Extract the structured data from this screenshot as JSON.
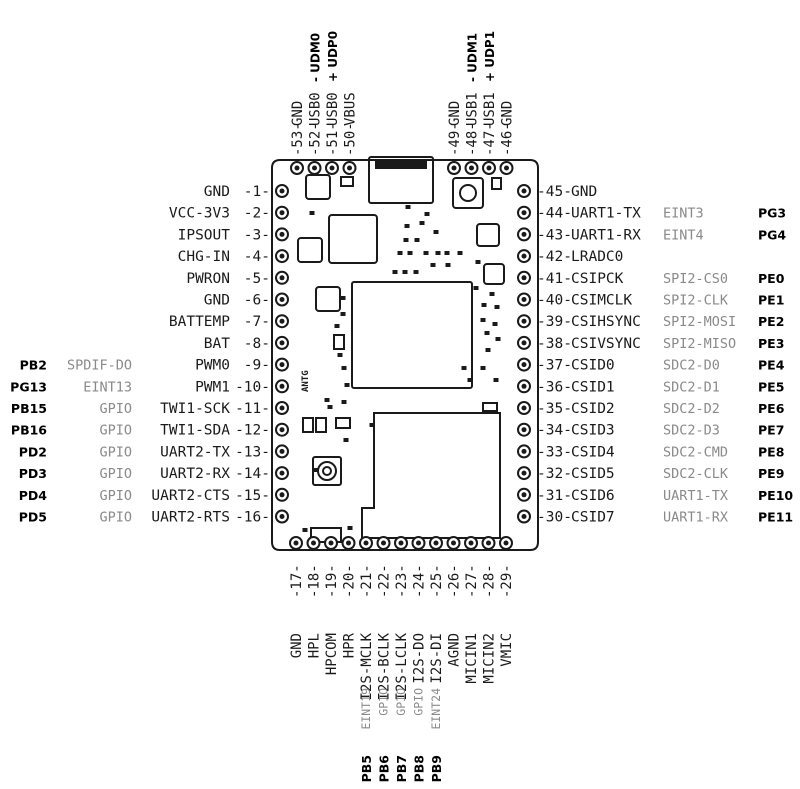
{
  "board": {
    "antenna_text": "ANTG",
    "colors": {
      "ink": "#1a1a1a",
      "alt": "#8a8a8a",
      "board": "#ffffff"
    }
  },
  "left_pins": [
    {
      "num": "1",
      "name": "GND",
      "alt": "",
      "gpio": ""
    },
    {
      "num": "2",
      "name": "VCC-3V3",
      "alt": "",
      "gpio": ""
    },
    {
      "num": "3",
      "name": "IPSOUT",
      "alt": "",
      "gpio": ""
    },
    {
      "num": "4",
      "name": "CHG-IN",
      "alt": "",
      "gpio": ""
    },
    {
      "num": "5",
      "name": "PWRON",
      "alt": "",
      "gpio": ""
    },
    {
      "num": "6",
      "name": "GND",
      "alt": "",
      "gpio": ""
    },
    {
      "num": "7",
      "name": "BATTEMP",
      "alt": "",
      "gpio": ""
    },
    {
      "num": "8",
      "name": "BAT",
      "alt": "",
      "gpio": ""
    },
    {
      "num": "9",
      "name": "PWM0",
      "alt": "SPDIF-DO",
      "gpio": "PB2"
    },
    {
      "num": "10",
      "name": "PWM1",
      "alt": "EINT13",
      "gpio": "PG13"
    },
    {
      "num": "11",
      "name": "TWI1-SCK",
      "alt": "GPIO",
      "gpio": "PB15"
    },
    {
      "num": "12",
      "name": "TWI1-SDA",
      "alt": "GPIO",
      "gpio": "PB16"
    },
    {
      "num": "13",
      "name": "UART2-TX",
      "alt": "GPIO",
      "gpio": "PD2"
    },
    {
      "num": "14",
      "name": "UART2-RX",
      "alt": "GPIO",
      "gpio": "PD3"
    },
    {
      "num": "15",
      "name": "UART2-CTS",
      "alt": "GPIO",
      "gpio": "PD4"
    },
    {
      "num": "16",
      "name": "UART2-RTS",
      "alt": "GPIO",
      "gpio": "PD5"
    }
  ],
  "right_pins": [
    {
      "num": "45",
      "name": "GND",
      "alt": "",
      "gpio": ""
    },
    {
      "num": "44",
      "name": "UART1-TX",
      "alt": "EINT3",
      "gpio": "PG3"
    },
    {
      "num": "43",
      "name": "UART1-RX",
      "alt": "EINT4",
      "gpio": "PG4"
    },
    {
      "num": "42",
      "name": "LRADC0",
      "alt": "",
      "gpio": ""
    },
    {
      "num": "41",
      "name": "CSIPCK",
      "alt": "SPI2-CS0",
      "gpio": "PE0"
    },
    {
      "num": "40",
      "name": "CSIMCLK",
      "alt": "SPI2-CLK",
      "gpio": "PE1"
    },
    {
      "num": "39",
      "name": "CSIHSYNC",
      "alt": "SPI2-MOSI",
      "gpio": "PE2"
    },
    {
      "num": "38",
      "name": "CSIVSYNC",
      "alt": "SPI2-MISO",
      "gpio": "PE3"
    },
    {
      "num": "37",
      "name": "CSID0",
      "alt": "SDC2-D0",
      "gpio": "PE4"
    },
    {
      "num": "36",
      "name": "CSID1",
      "alt": "SDC2-D1",
      "gpio": "PE5"
    },
    {
      "num": "35",
      "name": "CSID2",
      "alt": "SDC2-D2",
      "gpio": "PE6"
    },
    {
      "num": "34",
      "name": "CSID3",
      "alt": "SDC2-D3",
      "gpio": "PE7"
    },
    {
      "num": "33",
      "name": "CSID4",
      "alt": "SDC2-CMD",
      "gpio": "PE8"
    },
    {
      "num": "32",
      "name": "CSID5",
      "alt": "SDC2-CLK",
      "gpio": "PE9"
    },
    {
      "num": "31",
      "name": "CSID6",
      "alt": "UART1-TX",
      "gpio": "PE10"
    },
    {
      "num": "30",
      "name": "CSID7",
      "alt": "UART1-RX",
      "gpio": "PE11"
    }
  ],
  "top_pins": [
    {
      "num": "53",
      "name": "GND",
      "usb": ""
    },
    {
      "num": "52",
      "name": "USB0",
      "usb": "- UDM0"
    },
    {
      "num": "51",
      "name": "USB0",
      "usb": "+ UDP0"
    },
    {
      "num": "50",
      "name": "VBUS",
      "usb": ""
    },
    {
      "num": "49",
      "name": "GND",
      "usb": ""
    },
    {
      "num": "48",
      "name": "USB1",
      "usb": "- UDM1"
    },
    {
      "num": "47",
      "name": "USB1",
      "usb": "+ UDP1"
    },
    {
      "num": "46",
      "name": "GND",
      "usb": ""
    }
  ],
  "bottom_pins": [
    {
      "num": "17",
      "name": "GND",
      "alt": "",
      "gpio": ""
    },
    {
      "num": "18",
      "name": "HPL",
      "alt": "",
      "gpio": ""
    },
    {
      "num": "19",
      "name": "HPCOM",
      "alt": "",
      "gpio": ""
    },
    {
      "num": "20",
      "name": "HPR",
      "alt": "",
      "gpio": ""
    },
    {
      "num": "21",
      "name": "I2S-MCLK",
      "alt": "EINT19",
      "gpio": "PB5"
    },
    {
      "num": "22",
      "name": "I2S-BCLK",
      "alt": "GPIO",
      "gpio": "PB6"
    },
    {
      "num": "23",
      "name": "I2S-LCLK",
      "alt": "GPIO",
      "gpio": "PB7"
    },
    {
      "num": "24",
      "name": "I2S-DO",
      "alt": "GPIO",
      "gpio": "PB8"
    },
    {
      "num": "25",
      "name": "I2S-DI",
      "alt": "EINT24",
      "gpio": "PB9"
    },
    {
      "num": "26",
      "name": "AGND",
      "alt": "",
      "gpio": ""
    },
    {
      "num": "27",
      "name": "MICIN1",
      "alt": "",
      "gpio": ""
    },
    {
      "num": "28",
      "name": "MICIN2",
      "alt": "",
      "gpio": ""
    },
    {
      "num": "29",
      "name": "VMIC",
      "alt": "",
      "gpio": ""
    }
  ]
}
